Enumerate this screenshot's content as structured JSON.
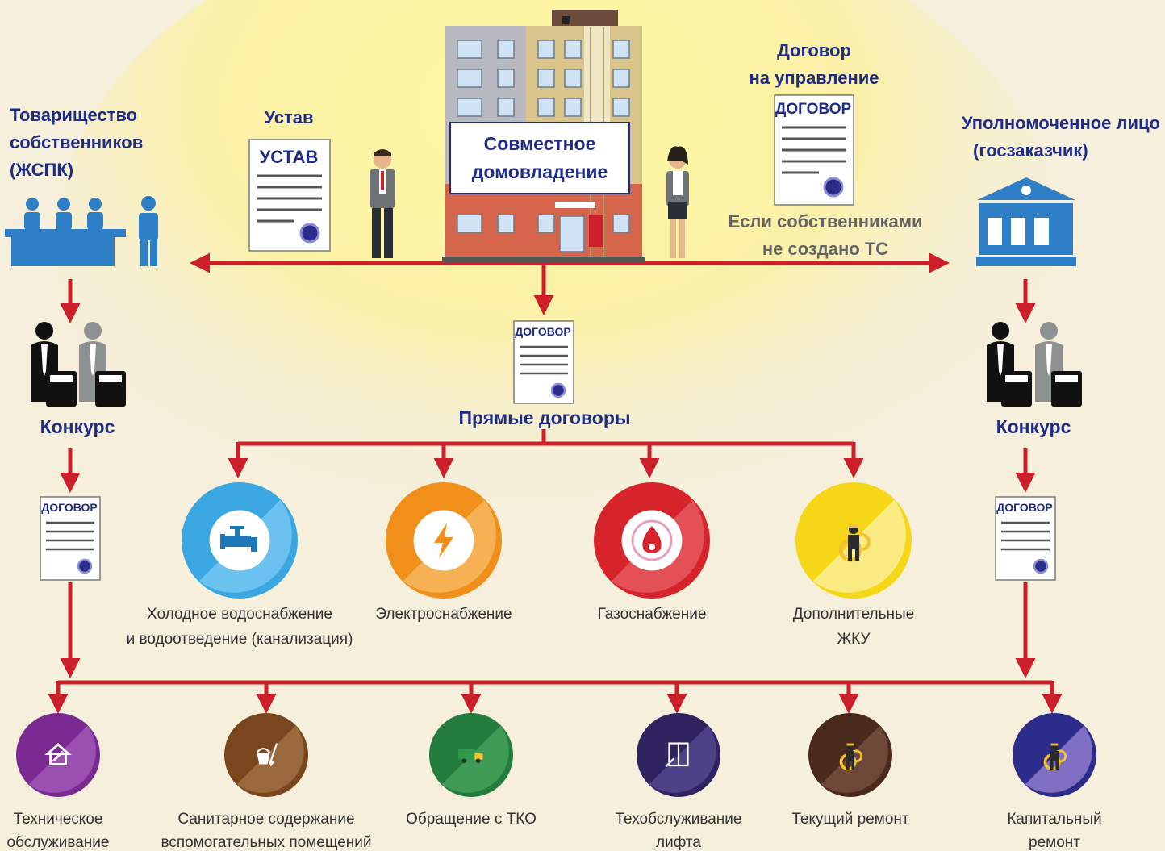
{
  "parties": {
    "owners_title": [
      "Товарищество",
      "собственников",
      "(ЖСПК)"
    ],
    "authorized_title": [
      "Уполномоченное лицо",
      "(госзаказчик)"
    ]
  },
  "documents": {
    "charter_title": "Устав",
    "charter_doc": "УСТАВ",
    "mgmt_title": [
      "Договор",
      "на управление"
    ],
    "contract_doc": "ДОГОВОР",
    "mgmt_note": [
      "Если собственниками",
      "не создано ТС"
    ]
  },
  "building": {
    "label": [
      "Совместное",
      "домовладение"
    ]
  },
  "flow": {
    "tender_left": "Конкурс",
    "tender_right": "Конкурс",
    "direct_contracts": "Прямые договоры"
  },
  "utilities": [
    {
      "label": [
        "Холодное водоснабжение",
        "и водоотведение (канализация)"
      ],
      "icon": "water-tap-icon",
      "color": "#3aa7e2",
      "light": "#6cc2ee"
    },
    {
      "label": [
        "Электроснабжение"
      ],
      "icon": "lightning-icon",
      "color": "#f0901b",
      "light": "#f6b155"
    },
    {
      "label": [
        "Газоснабжение"
      ],
      "icon": "gas-flame-icon",
      "color": "#d6242a",
      "light": "#e35156"
    },
    {
      "label": [
        "Дополнительные",
        "ЖКУ"
      ],
      "icon": "worker-icon",
      "color": "#f5d718",
      "light": "#faea82"
    }
  ],
  "services": [
    {
      "label": [
        "Техническое",
        "обслуживание"
      ],
      "icon": "house-tools-icon",
      "color": "#7b2a91",
      "light": "#9b4fb0"
    },
    {
      "label": [
        "Санитарное содержание",
        "вспомогательных помещений"
      ],
      "icon": "bucket-broom-icon",
      "color": "#7a461d",
      "light": "#9a683d"
    },
    {
      "label": [
        "Обращение с ТКО"
      ],
      "icon": "garbage-truck-icon",
      "color": "#237b3c",
      "light": "#3f9a56"
    },
    {
      "label": [
        "Техобслуживание",
        "лифта"
      ],
      "icon": "elevator-icon",
      "color": "#2f2360",
      "light": "#4d4187"
    },
    {
      "label": [
        "Текущий ремонт"
      ],
      "icon": "repair-worker-icon",
      "color": "#4a2a1c",
      "light": "#6d4837"
    },
    {
      "label": [
        "Капитальный",
        "ремонт"
      ],
      "icon": "capital-repair-icon",
      "color": "#2c2c8a",
      "light": "#7e6fc3"
    }
  ],
  "colors": {
    "arrow": "#cc1f2a",
    "title": "#1e2b87",
    "owners_blue": "#2f7fc6",
    "glow": "#fff27a"
  }
}
